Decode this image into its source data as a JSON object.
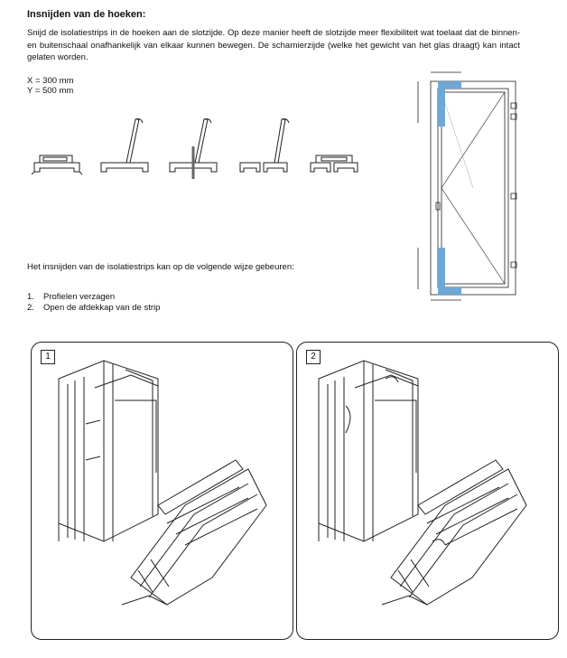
{
  "heading": "Insnijden van de hoeken:",
  "paragraph": "Snijd de isolatiestrips in de hoeken aan de slotzijde. Op deze manier heeft de slotzijde meer flexibiliteit wat toelaat dat de binnen- en buitenschaal onafhankelijk van elkaar kunnen bewegen. De scharnierzijde (welke het gewicht van het glas draagt) kan intact gelaten worden.",
  "dims": {
    "x": "X = 300 mm",
    "y": "Y = 500 mm"
  },
  "method_intro": "Het insnijden van de isolatiestrips kan op de volgende wijze gebeuren:",
  "steps": [
    {
      "num": "1.",
      "text": "Profielen verzagen"
    },
    {
      "num": "2.",
      "text": "Open de afdekkap van de strip"
    }
  ],
  "panels": [
    {
      "label": "1"
    },
    {
      "label": "2"
    }
  ],
  "colors": {
    "highlight": "#6fa7d6",
    "line": "#222222"
  }
}
